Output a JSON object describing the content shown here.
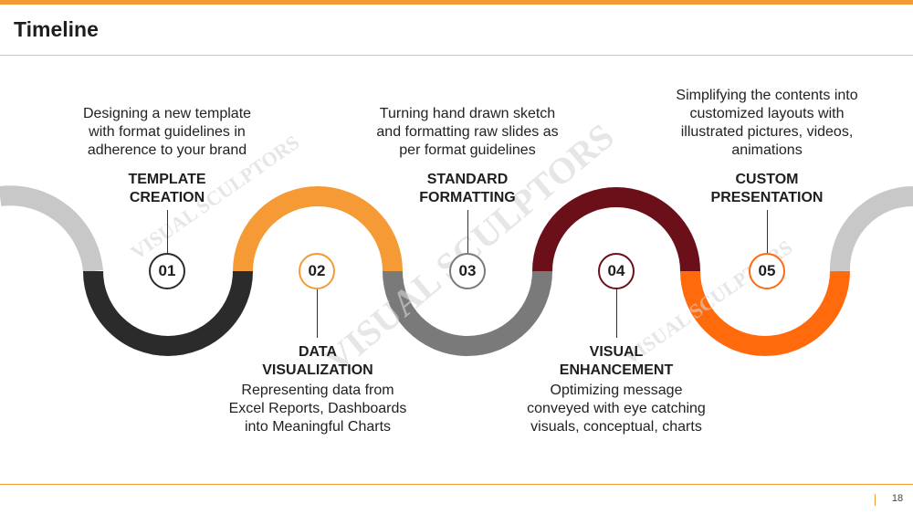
{
  "title": "Timeline",
  "page_number": "18",
  "watermark": "VISUAL SCULPTORS",
  "colors": {
    "accent": "#f59a34",
    "arc_light_gray": "#c8c8c8",
    "step1": "#2b2b2b",
    "step2": "#f59a34",
    "step3": "#7a7a7a",
    "step4": "#6b1019",
    "step5": "#ff6a0d"
  },
  "steps": [
    {
      "number": "01",
      "title_line1": "TEMPLATE",
      "title_line2": "CREATION",
      "desc_lines": [
        "Designing a new template",
        "with format guidelines in",
        "adherence to your brand"
      ]
    },
    {
      "number": "02",
      "title_line1": "DATA",
      "title_line2": "VISUALIZATION",
      "desc_lines": [
        "Representing data from",
        "Excel Reports, Dashboards",
        "into Meaningful Charts"
      ]
    },
    {
      "number": "03",
      "title_line1": "STANDARD",
      "title_line2": "FORMATTING",
      "desc_lines": [
        "Turning hand drawn sketch",
        "and formatting raw slides as",
        "per format guidelines"
      ]
    },
    {
      "number": "04",
      "title_line1": "VISUAL",
      "title_line2": "ENHANCEMENT",
      "desc_lines": [
        "Optimizing message",
        "conveyed with eye catching",
        "visuals, conceptual, charts"
      ]
    },
    {
      "number": "05",
      "title_line1": "CUSTOM",
      "title_line2": "PRESENTATION",
      "desc_lines": [
        "Simplifying the contents into",
        "customized layouts with",
        "illustrated pictures, videos,",
        "animations"
      ]
    }
  ]
}
